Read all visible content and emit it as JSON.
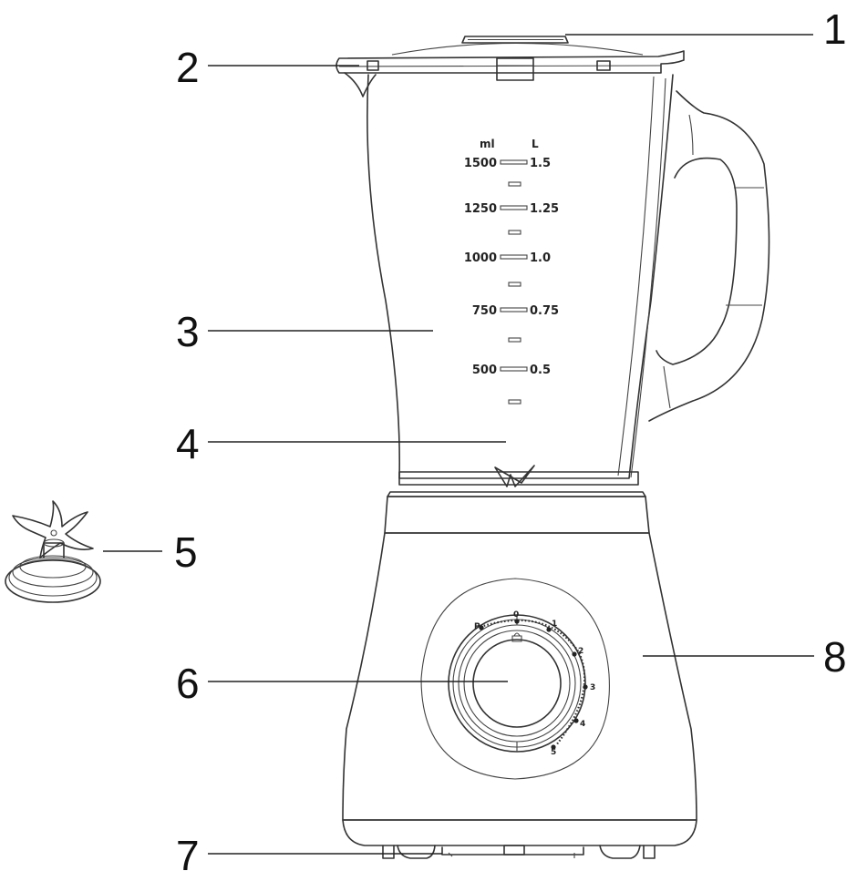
{
  "colors": {
    "line": "#333333",
    "text": "#111111",
    "background": "#ffffff"
  },
  "callouts": [
    {
      "id": "1",
      "label": "1"
    },
    {
      "id": "2",
      "label": "2"
    },
    {
      "id": "3",
      "label": "3"
    },
    {
      "id": "4",
      "label": "4"
    },
    {
      "id": "5",
      "label": "5"
    },
    {
      "id": "6",
      "label": "6"
    },
    {
      "id": "7",
      "label": "7"
    },
    {
      "id": "8",
      "label": "8"
    }
  ],
  "scale": {
    "left_header": "ml",
    "right_header": "L",
    "marks": [
      {
        "ml": "1500",
        "l": "1.5"
      },
      {
        "ml": "1250",
        "l": "1.25"
      },
      {
        "ml": "1000",
        "l": "1.0"
      },
      {
        "ml": "750",
        "l": "0.75"
      },
      {
        "ml": "500",
        "l": "0.5"
      }
    ]
  },
  "dial": {
    "positions": [
      "P",
      "0",
      "1",
      "2",
      "3",
      "4",
      "5"
    ]
  }
}
